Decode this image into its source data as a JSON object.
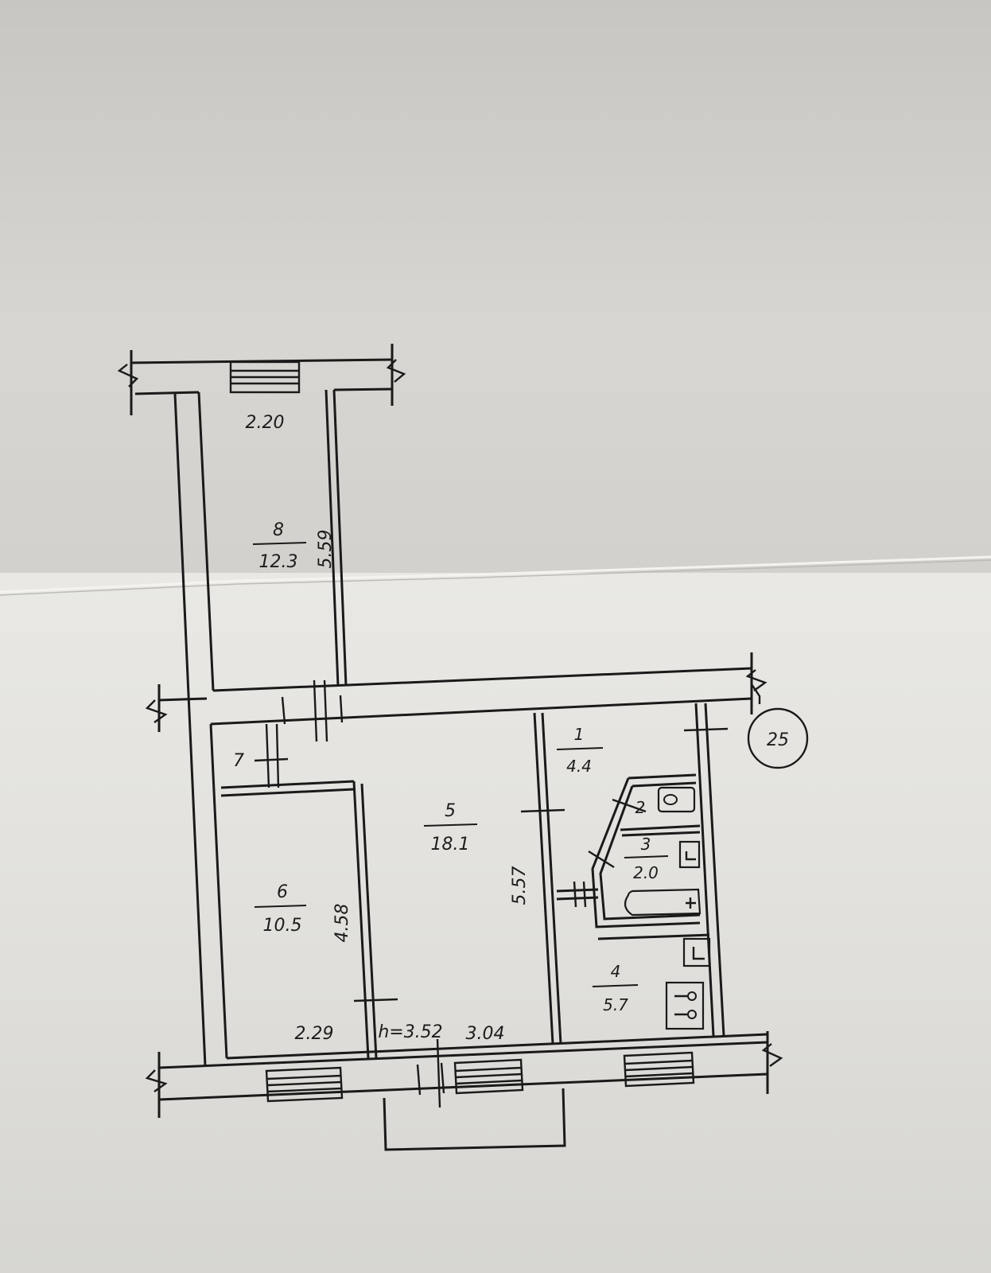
{
  "rooms": [
    {
      "num": "8",
      "area": "12.3"
    },
    {
      "num": "5",
      "area": "18.1"
    },
    {
      "num": "6",
      "area": "10.5"
    },
    {
      "num": "1",
      "area": "4.4"
    },
    {
      "num": "3",
      "area": "2.0"
    },
    {
      "num": "4",
      "area": "5.7"
    },
    {
      "num": "7"
    },
    {
      "num": "2"
    }
  ],
  "dimensions": {
    "room8_width": "2.20",
    "room8_length": "5.59",
    "room6_length": "4.58",
    "room6_width": "2.29",
    "room5_length": "5.57",
    "room5_width": "3.04",
    "ceiling_height": "h=3.52"
  },
  "apartment_number": "25"
}
